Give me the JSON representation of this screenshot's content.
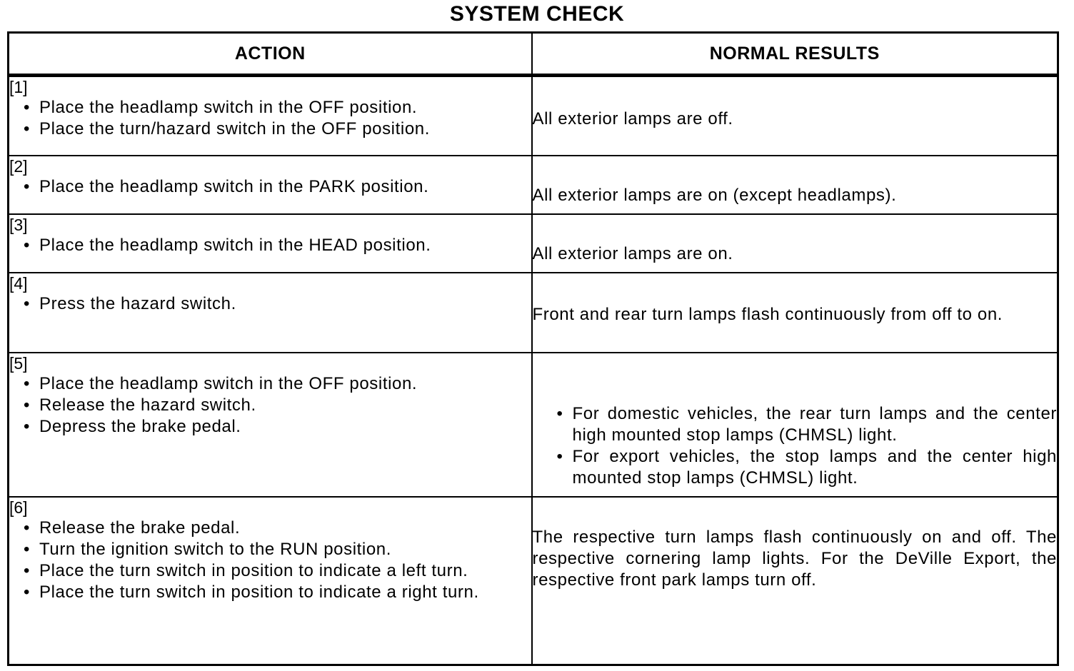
{
  "title": "SYSTEM CHECK",
  "table": {
    "headers": {
      "action": "ACTION",
      "results": "NORMAL RESULTS"
    },
    "bullet_glyph": "•",
    "rows": [
      {
        "step": "[1]",
        "actions": [
          "Place the headlamp switch in the OFF position.",
          "Place the turn/hazard switch in the OFF position."
        ],
        "result": "All exterior lamps are off."
      },
      {
        "step": "[2]",
        "actions": [
          "Place the headlamp switch in the PARK position."
        ],
        "result": "All exterior lamps are on (except headlamps)."
      },
      {
        "step": "[3]",
        "actions": [
          "Place the headlamp switch in the HEAD position."
        ],
        "result": "All exterior lamps are on."
      },
      {
        "step": "[4]",
        "actions": [
          "Press the hazard switch."
        ],
        "result": "Front and rear turn lamps flash continuously from off to on."
      },
      {
        "step": "[5]",
        "actions": [
          "Place the headlamp switch in the OFF position.",
          "Release the hazard switch.",
          "Depress the brake pedal."
        ],
        "result_bullets": [
          "For domestic vehicles, the rear turn lamps and the center high mounted stop lamps (CHMSL) light.",
          "For export vehicles, the stop lamps and the center high mounted stop lamps (CHMSL) light."
        ]
      },
      {
        "step": "[6]",
        "actions": [
          "Release the brake pedal.",
          "Turn the ignition switch to the RUN position.",
          "Place the turn switch in position to indicate a left turn.",
          "Place the turn switch in position to indicate a right turn."
        ],
        "result": "The respective turn lamps flash continuously on and off. The respective cornering lamp lights. For the DeVille Export, the respective front park lamps turn off."
      }
    ]
  }
}
